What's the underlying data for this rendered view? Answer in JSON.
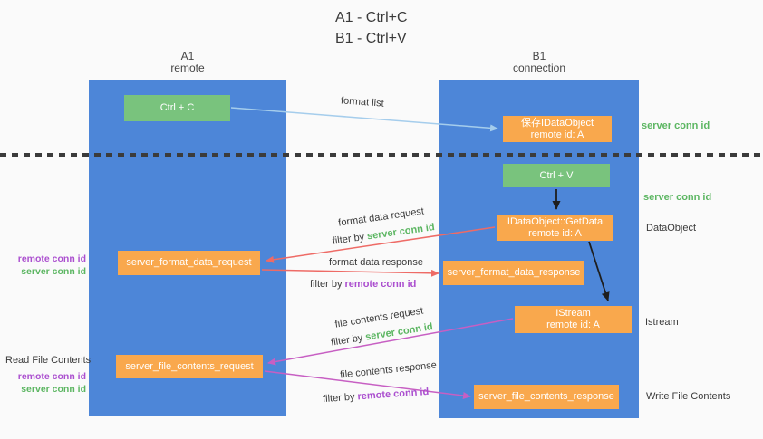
{
  "title": {
    "line1": "A1 - Ctrl+C",
    "line2": "B1 - Ctrl+V"
  },
  "columns": {
    "left": {
      "name": "A1",
      "role": "remote"
    },
    "right": {
      "name": "B1",
      "role": "connection"
    }
  },
  "nodes": {
    "ctrl_c": {
      "label": "Ctrl + C"
    },
    "save_dataobject": {
      "line1": "保存IDataObject",
      "line2": "remote id: A"
    },
    "ctrl_v": {
      "label": "Ctrl + V"
    },
    "getdata": {
      "line1": "IDataObject::GetData",
      "line2": "remote id: A"
    },
    "format_request": {
      "label": "server_format_data_request"
    },
    "format_response": {
      "label": "server_format_data_response"
    },
    "istream": {
      "line1": "IStream",
      "line2": "remote id: A"
    },
    "file_request": {
      "label": "server_file_contents_request"
    },
    "file_response": {
      "label": "server_file_contents_response"
    }
  },
  "edges": {
    "format_list": "format list",
    "format_data_request": "format data request",
    "format_data_response": "format data response",
    "file_contents_request": "file contents request",
    "file_contents_response": "file contents response",
    "filter_by": "filter by ",
    "server_conn_id": "server conn id",
    "remote_conn_id": "remote conn id"
  },
  "side_labels": {
    "server_conn_id_top": "server conn id",
    "server_conn_id_mid": "server conn id",
    "dataobject": "DataObject",
    "istream": "Istream",
    "write_file_contents": "Write File Contents",
    "read_file_contents": "Read File Contents",
    "remote_conn_id_mid": "remote conn id",
    "server_conn_id_left_mid": "server conn id",
    "remote_conn_id_bottom": "remote conn id",
    "server_conn_id_left_bottom": "server conn id"
  },
  "colors": {
    "column-blue": "#4d86d8",
    "box-green": "#79c37d",
    "box-orange": "#f9a84d",
    "green-text": "#5cb662",
    "purple-text": "#ab4fcf",
    "red-arrow": "#ee6b66",
    "magenta-arrow": "#c75fc3",
    "lightblue-arrow": "#a5cdec",
    "black-arrow": "#1e1e1e",
    "dark-text": "#3a3a3a",
    "background": "#fafafa"
  }
}
